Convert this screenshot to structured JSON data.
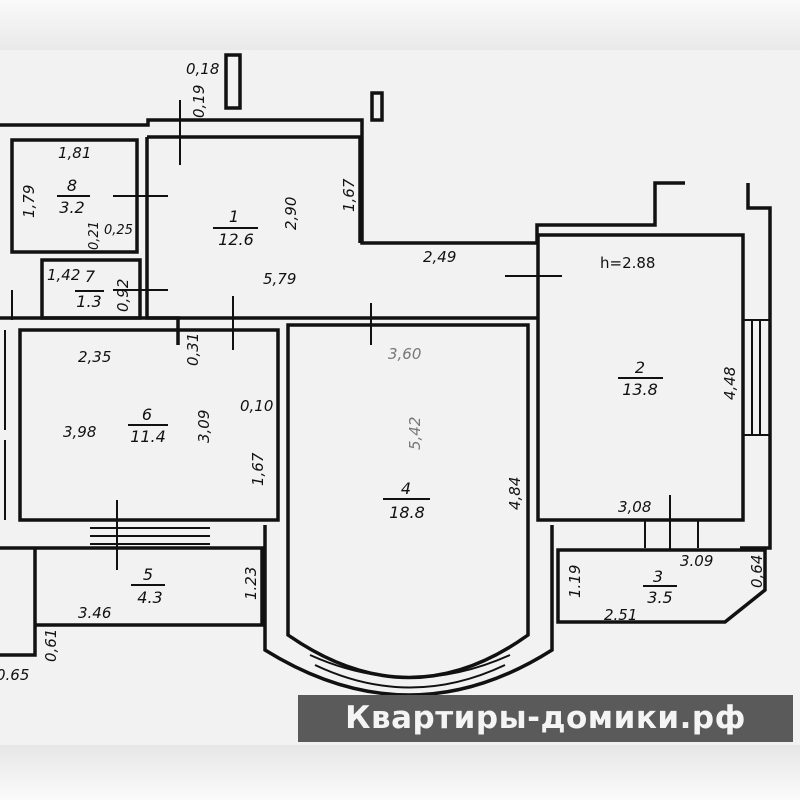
{
  "rooms": [
    {
      "number": "1",
      "area": "12.6"
    },
    {
      "number": "2",
      "area": "13.8"
    },
    {
      "number": "3",
      "area": "3.5"
    },
    {
      "number": "4",
      "area": "18.8"
    },
    {
      "number": "5",
      "area": "4.3"
    },
    {
      "number": "6",
      "area": "11.4"
    },
    {
      "number": "7",
      "area": "1.3"
    },
    {
      "number": "8",
      "area": "3.2"
    }
  ],
  "ceiling_height": "h=2.88",
  "dimensions": {
    "d018": "0,18",
    "d019": "0,19",
    "d181": "1,81",
    "d179": "1,79",
    "d021": "0,21",
    "d025": "0,25",
    "d142": "1,42",
    "d092": "0,92",
    "d290": "2,90",
    "d167a": "1,67",
    "d579": "5,79",
    "d249": "2,49",
    "d235": "2,35",
    "d031": "0,31",
    "d360": "3,60",
    "d010": "0,10",
    "d398": "3,98",
    "d309a": "3,09",
    "d167b": "1,67",
    "d542": "5,42",
    "d484": "4,84",
    "d448": "4,48",
    "d308": "3,08",
    "d309b": "3.09",
    "d064": "0,64",
    "d119": "1.19",
    "d251": "2.51",
    "d123": "1.23",
    "d346": "3.46",
    "d061": "0,61",
    "d065": "0.65"
  },
  "watermark": "Квартиры-домики.рф"
}
